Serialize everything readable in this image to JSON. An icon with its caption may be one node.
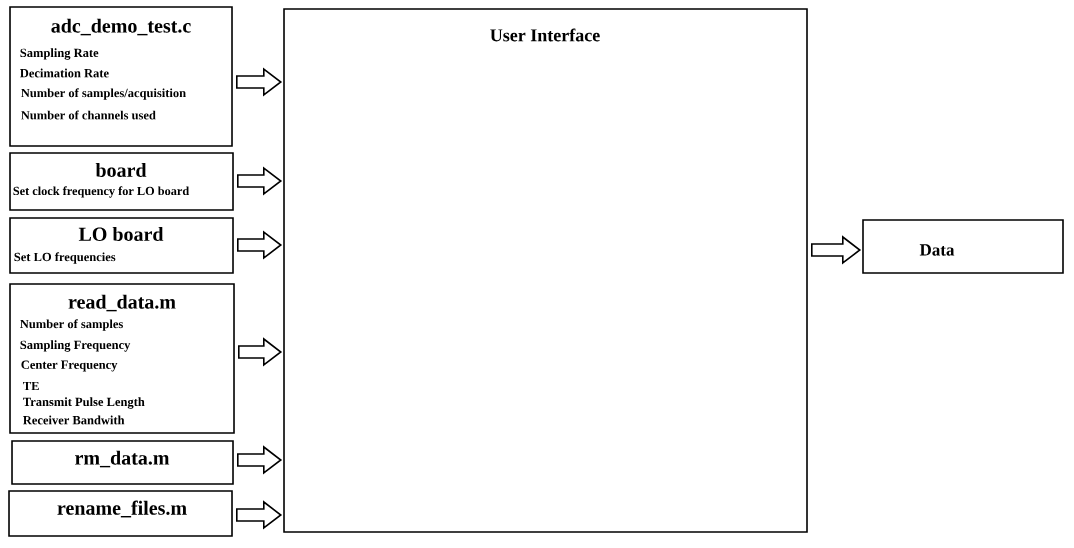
{
  "diagram": {
    "nodes": [
      {
        "text": [
          "adc_demo_test.c",
          "Sampling Rate",
          "Decimation Rate",
          "Number of samples/acquisition",
          "Number of channels used"
        ]
      },
      {
        "text": [
          "board",
          "Set clock frequency for LO board"
        ]
      },
      {
        "text": [
          "LO board",
          "Set LO frequencies"
        ]
      },
      {
        "text": [
          "read_data.m",
          "Number of samples",
          "Sampling Frequency",
          "Center Frequency",
          "TE",
          "Transmit Pulse Length",
          "Receiver Bandwith"
        ]
      },
      {
        "text": [
          "rm_data.m"
        ]
      },
      {
        "text": [
          "rename_files.m"
        ]
      },
      {
        "text": [
          "User Interface"
        ]
      },
      {
        "text": [
          "Data"
        ]
      }
    ],
    "edges": [
      {
        "from": 0,
        "to": 6,
        "arrow": "to"
      },
      {
        "from": 1,
        "to": 6,
        "arrow": "to"
      },
      {
        "from": 2,
        "to": 6,
        "arrow": "to"
      },
      {
        "from": 3,
        "to": 6,
        "arrow": "to"
      },
      {
        "from": 4,
        "to": 6,
        "arrow": "to"
      },
      {
        "from": 5,
        "to": 6,
        "arrow": "to"
      },
      {
        "from": 6,
        "to": 7,
        "arrow": "to"
      }
    ]
  }
}
